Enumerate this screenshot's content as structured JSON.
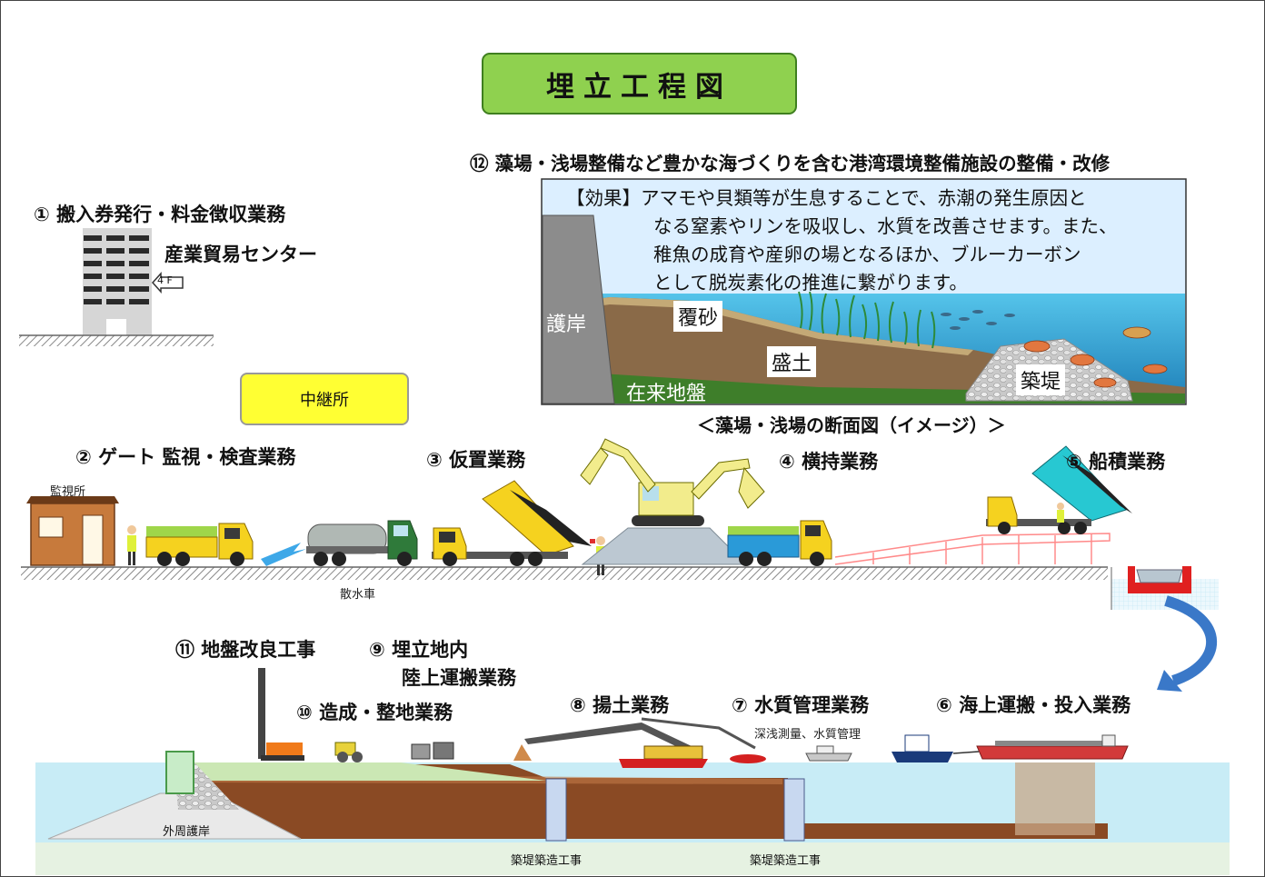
{
  "title": "埋立工程図",
  "steps": {
    "s1": "① 搬入券発行・料金徴収業務",
    "s2": "② ゲート 監視・検査業務",
    "s3": "③ 仮置業務",
    "s4": "④ 横持業務",
    "s5": "⑤ 船積業務",
    "s6": "⑥ 海上運搬・投入業務",
    "s7": "⑦ 水質管理業務",
    "s8": "⑧ 揚土業務",
    "s9_line1": "⑨ 埋立地内",
    "s9_line2": "陸上運搬業務",
    "s10": "⑩ 造成・整地業務",
    "s11": "⑪ 地盤改良工事",
    "s12": "⑫ 藻場・浅場整備など豊かな海づくりを含む港湾環境整備施設の整備・改修"
  },
  "building": {
    "name": "産業貿易センター",
    "floor": "4 F"
  },
  "relay": "中継所",
  "labels": {
    "guard_house": "監視所",
    "sprinkler": "散水車",
    "survey": "深浅測量、水質管理",
    "seawall_outer": "外周護岸",
    "embankment1": "築堤築造工事",
    "embankment2": "築堤築造工事"
  },
  "effect": {
    "line1": "【効果】アマモや貝類等が生息することで、赤潮の発生原因と",
    "line2": "なる窒素やリンを吸収し、水質を改善させます。また、",
    "line3": "稚魚の成育や産卵の場となるほか、ブルーカーボン",
    "line4": "として脱炭素化の推進に繋がります。"
  },
  "cross_section": {
    "seawall": "護岸",
    "cover_sand": "覆砂",
    "fill": "盛土",
    "native_ground": "在来地盤",
    "embankment": "築堤",
    "caption": "＜藻場・浅場の断面図（イメージ）＞"
  },
  "colors": {
    "title_bg": "#8fd14f",
    "relay_bg": "#ffff33",
    "sea": "#cdeef6",
    "soil": "#8a4a24",
    "truck_yellow": "#f5d21f",
    "truck_blue": "#2a9ad8",
    "arrow": "#3a78c8"
  }
}
